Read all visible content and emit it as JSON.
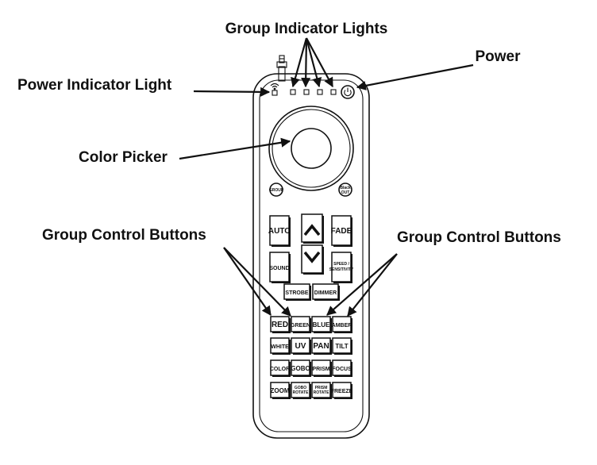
{
  "callouts": {
    "group_indicator_lights": "Group Indicator Lights",
    "power": "Power",
    "power_indicator_light": "Power Indicator Light",
    "color_picker": "Color Picker",
    "group_control_buttons_left": "Group Control Buttons",
    "group_control_buttons_right": "Group Control Buttons"
  },
  "remote": {
    "group_button": "GROUP",
    "blackout_button": [
      "Black",
      "OUT"
    ],
    "auto_button": "AUTO",
    "fade_button": "FADE",
    "sound_button": "SOUND",
    "speed_sensitivity_button": [
      "SPEED /",
      "SENSITIVITY"
    ],
    "strobe_button": "STROBE",
    "dimmer_button": "DIMMER",
    "grid_rows": [
      [
        "RED",
        "GREEN",
        "BLUE",
        "AMBER"
      ],
      [
        "WHITE",
        "UV",
        "PAN",
        "TILT"
      ],
      [
        "COLOR",
        "GOBO",
        "PRISM",
        "FOCUS"
      ],
      [
        "ZOOM",
        [
          "GOBO",
          "ROTATE"
        ],
        [
          "PRISM",
          "ROTATE"
        ],
        "FREEZE"
      ]
    ]
  },
  "icons": {
    "up": "chevron-up-icon",
    "down": "chevron-down-icon",
    "power": "power-icon",
    "signal": "wifi-signal-icon"
  }
}
